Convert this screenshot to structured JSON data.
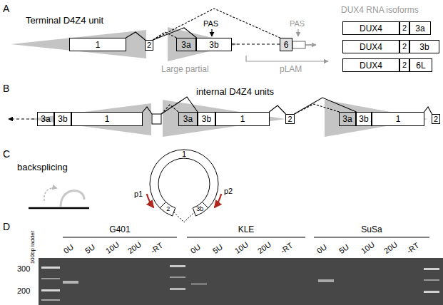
{
  "diagram": {
    "nodes": [
      {
        "text": [
          "1"
        ]
      },
      {
        "text": [
          "2"
        ]
      },
      {
        "text": [
          "3a"
        ]
      },
      {
        "text": [
          "3b"
        ]
      },
      {
        "text": [
          "6"
        ]
      },
      {
        "text": [
          "DUX4"
        ]
      },
      {
        "text": [
          "2"
        ]
      },
      {
        "text": [
          "3a"
        ]
      },
      {
        "text": [
          "DUX4"
        ]
      },
      {
        "text": [
          "2"
        ]
      },
      {
        "text": [
          "3b"
        ]
      },
      {
        "text": [
          "DUX4"
        ]
      },
      {
        "text": [
          "2"
        ]
      },
      {
        "text": [
          "6L"
        ]
      },
      {
        "text": [
          "3a"
        ]
      },
      {
        "text": [
          "3b"
        ]
      },
      {
        "text": [
          "1"
        ]
      },
      {
        "text": [
          "3a"
        ]
      },
      {
        "text": [
          "3b"
        ]
      },
      {
        "text": [
          "1"
        ]
      },
      {
        "text": [
          "2"
        ]
      },
      {
        "text": [
          "3a"
        ]
      },
      {
        "text": [
          "3b"
        ]
      },
      {
        "text": [
          "1"
        ]
      },
      {
        "text": [
          "2"
        ]
      }
    ],
    "edges": [
      {
        "from": 0,
        "to": 1,
        "arrow": "none"
      },
      {
        "from": 1,
        "to": 2,
        "arrow": "none"
      },
      {
        "from": 1,
        "to": 3,
        "arrow": "none"
      },
      {
        "from": 1,
        "to": 4,
        "arrow": "none"
      },
      {
        "from": 19,
        "to": 20,
        "arrow": "none"
      },
      {
        "from": 20,
        "to": 21,
        "arrow": "none"
      },
      {
        "from": 20,
        "to": 22,
        "arrow": "none"
      },
      {
        "from": 23,
        "to": 24,
        "arrow": "none"
      }
    ],
    "labels": [
      "A",
      "Terminal D4Z4 unit",
      "PAS",
      "PAS",
      "Large partial",
      "pLAM",
      "DUX4 RNA isoforms",
      "B",
      "internal D4Z4 units",
      "C",
      "backsplicing",
      "1",
      "2",
      "3b",
      "p1",
      "p2",
      "D",
      "G401",
      "KLE",
      "SuSa",
      "0U",
      "5U",
      "10U",
      "20U",
      "-RT",
      "0U",
      "5U",
      "10U",
      "20U",
      "-RT",
      "0U",
      "5U",
      "10U",
      "20U",
      "-RT",
      "100bp ladder",
      "300",
      "200"
    ]
  }
}
